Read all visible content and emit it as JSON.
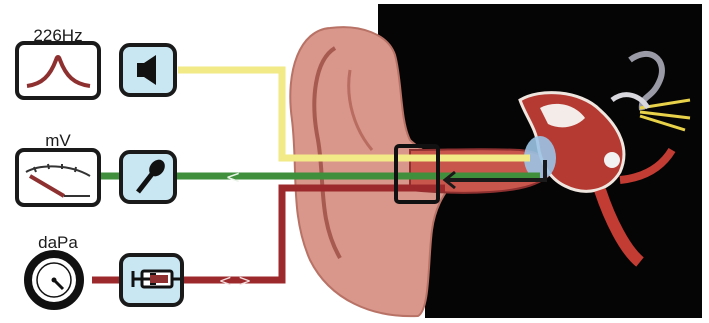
{
  "labels": {
    "frequency": "226Hz",
    "voltage": "mV",
    "pressure": "daPa"
  },
  "icons": {
    "tone": "resonance-peak-icon",
    "speaker": "speaker-icon",
    "meter": "voltmeter-icon",
    "microphone": "microphone-icon",
    "gauge": "pressure-gauge-icon",
    "pump": "syringe-pump-icon"
  },
  "arrows": {
    "microphone_line": "<",
    "pump_line": "<>"
  },
  "colors": {
    "tone_line": "#f2ea86",
    "microphone_line": "#3f8f3c",
    "pump_line": "#9c2a2c",
    "box_fill": "#c9e7f3",
    "curve": "#8e3030",
    "background_ear": "#050505"
  }
}
